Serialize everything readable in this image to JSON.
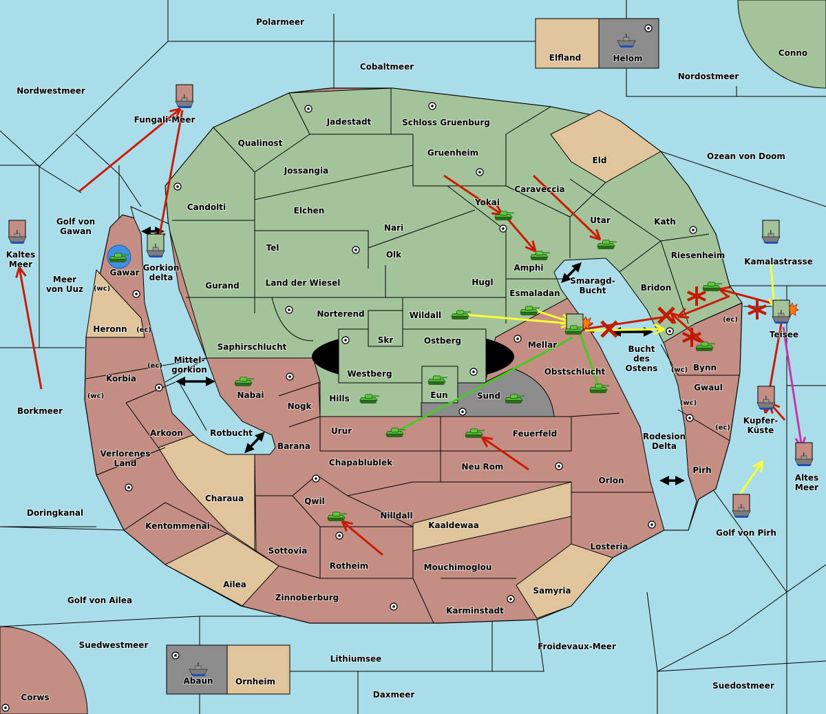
{
  "colors": {
    "sea": "#a9dde9",
    "green_power": "#a3c49a",
    "red_power": "#c48e84",
    "neutral": "#e0c59c",
    "impassable_gray": "#8c8c8c",
    "impassable_black": "#000000",
    "order_move": "#cc1a00",
    "order_support": "#ffff33",
    "order_convoy": "#44cc22",
    "order_retreat": "#cc33aa",
    "dislodge_marker": "#ff7a00",
    "unit_highlight": "#3f8fe0"
  },
  "map": {
    "labels": [
      {
        "text": "Polarmeer"
      },
      {
        "text": "Cobaltmeer"
      },
      {
        "text": "Nordwestmeer"
      },
      {
        "text": "Nordostmeer"
      },
      {
        "text": "Conno"
      },
      {
        "text": "Elfland"
      },
      {
        "text": "Helom"
      },
      {
        "text": "Ozean von Doom"
      },
      {
        "text": "Fungali-Meer"
      },
      {
        "text": [
          "Golf von",
          "Gawan"
        ]
      },
      {
        "text": [
          "Kaltes",
          "Meer"
        ]
      },
      {
        "text": [
          "Meer",
          "von Uuz"
        ]
      },
      {
        "text": "Gawar"
      },
      {
        "text": [
          "Gorkion",
          "delta"
        ]
      },
      {
        "text": "(wc)"
      },
      {
        "text": "Heronn"
      },
      {
        "text": "(ec)"
      },
      {
        "text": [
          "Mittel-",
          "gorkion"
        ]
      },
      {
        "text": "Korbia"
      },
      {
        "text": "(ec)"
      },
      {
        "text": "(wc)"
      },
      {
        "text": "Borkmeer"
      },
      {
        "text": "Arkoon"
      },
      {
        "text": "Rotbucht"
      },
      {
        "text": [
          "Verlorenes",
          "Land"
        ]
      },
      {
        "text": "Doringkanal"
      },
      {
        "text": "Kentommenai"
      },
      {
        "text": "Charaua"
      },
      {
        "text": "Ailea"
      },
      {
        "text": "Golf von Ailea"
      },
      {
        "text": "Suedwestmeer"
      },
      {
        "text": "Corws"
      },
      {
        "text": "Abaun"
      },
      {
        "text": "Ornheim"
      },
      {
        "text": "Lithiumsee"
      },
      {
        "text": "Daxmeer"
      },
      {
        "text": "Froidevaux-Meer"
      },
      {
        "text": "Suedostmeer"
      },
      {
        "text": "Golf von Pirh"
      },
      {
        "text": [
          "Altes",
          "Meer"
        ]
      },
      {
        "text": [
          "Kupfer-",
          "Küste"
        ]
      },
      {
        "text": "Kamalastrasse"
      },
      {
        "text": "Teisee"
      },
      {
        "text": [
          "Bucht",
          "des",
          "Ostens"
        ]
      },
      {
        "text": [
          "Smaragd-",
          "Bucht"
        ]
      },
      {
        "text": [
          "Rodesion",
          "Delta"
        ]
      },
      {
        "text": "Pirh"
      },
      {
        "text": "Gwaul"
      },
      {
        "text": "(wc)"
      },
      {
        "text": "(ec)"
      },
      {
        "text": "Bynn"
      },
      {
        "text": "(wc)"
      },
      {
        "text": "(ec)"
      },
      {
        "text": "Bridon"
      },
      {
        "text": "Riesenheim"
      },
      {
        "text": "Kath"
      },
      {
        "text": "Utar"
      },
      {
        "text": "Caraveccia"
      },
      {
        "text": "Eld"
      },
      {
        "text": "Gruenheim"
      },
      {
        "text": "Schloss Gruenburg"
      },
      {
        "text": "Jadestadt"
      },
      {
        "text": "Qualinost"
      },
      {
        "text": "Jossangia"
      },
      {
        "text": "Candolti"
      },
      {
        "text": "Elchen"
      },
      {
        "text": "Nari"
      },
      {
        "text": "Yokai"
      },
      {
        "text": "Tel"
      },
      {
        "text": "Olk"
      },
      {
        "text": "Amphi"
      },
      {
        "text": "Gurand"
      },
      {
        "text": "Land der Wiesel"
      },
      {
        "text": "Hugl"
      },
      {
        "text": "Esmaladan"
      },
      {
        "text": "Norterend"
      },
      {
        "text": "Wildall"
      },
      {
        "text": "Skr"
      },
      {
        "text": "Ostberg"
      },
      {
        "text": "Mellar"
      },
      {
        "text": "Saphirschlucht"
      },
      {
        "text": "Westberg"
      },
      {
        "text": "Obstschlucht"
      },
      {
        "text": "Nabai"
      },
      {
        "text": "Hills"
      },
      {
        "text": "Eun"
      },
      {
        "text": "Sund"
      },
      {
        "text": "Nogk"
      },
      {
        "text": "Urur"
      },
      {
        "text": "Feuerfeld"
      },
      {
        "text": "Barana"
      },
      {
        "text": "Chapablublek"
      },
      {
        "text": "Neu Rom"
      },
      {
        "text": "Orlon"
      },
      {
        "text": "Qwil"
      },
      {
        "text": "Nilldall"
      },
      {
        "text": "Kaaldewaa"
      },
      {
        "text": "Losteria"
      },
      {
        "text": "Sottovia"
      },
      {
        "text": "Rotheim"
      },
      {
        "text": "Mouchimoglou"
      },
      {
        "text": "Samyria"
      },
      {
        "text": "Zinnoberburg"
      },
      {
        "text": "Karminstadt"
      }
    ],
    "units": [
      {
        "type": "army",
        "region": "Gawar",
        "owner": "green",
        "highlighted": true
      },
      {
        "type": "army",
        "region": "Nabai",
        "owner": "green"
      },
      {
        "type": "army",
        "region": "Hills",
        "owner": "green"
      },
      {
        "type": "army",
        "region": "Eun",
        "owner": "green"
      },
      {
        "type": "army",
        "region": "Sund",
        "owner": "green"
      },
      {
        "type": "army",
        "region": "Urur",
        "owner": "green"
      },
      {
        "type": "army",
        "region": "Feuerfeld",
        "owner": "green"
      },
      {
        "type": "army",
        "region": "Qwil",
        "owner": "green"
      },
      {
        "type": "army",
        "region": "Wildall",
        "owner": "green"
      },
      {
        "type": "army",
        "region": "Esmaladan",
        "owner": "green"
      },
      {
        "type": "army",
        "region": "Mellar",
        "owner": "green",
        "dislodged": true
      },
      {
        "type": "army",
        "region": "Obstschlucht",
        "owner": "green"
      },
      {
        "type": "army",
        "region": "Yokai",
        "owner": "green"
      },
      {
        "type": "army",
        "region": "Amphi",
        "owner": "green"
      },
      {
        "type": "army",
        "region": "Utar",
        "owner": "green"
      },
      {
        "type": "army",
        "region": "Bridon",
        "owner": "green"
      },
      {
        "type": "army",
        "region": "Bynn",
        "owner": "green"
      },
      {
        "type": "fleet",
        "region": "Fungali-Meer",
        "owner": "red"
      },
      {
        "type": "fleet",
        "region": "Kaltes Meer",
        "owner": "red"
      },
      {
        "type": "fleet",
        "region": "Gorkion delta",
        "owner": "green"
      },
      {
        "type": "fleet",
        "region": "Kamalastrasse",
        "owner": "green"
      },
      {
        "type": "fleet",
        "region": "Teisee",
        "owner": "green",
        "dislodged": true
      },
      {
        "type": "fleet",
        "region": "Kupfer-Küste",
        "owner": "red"
      },
      {
        "type": "fleet",
        "region": "Altes Meer",
        "owner": "red"
      },
      {
        "type": "fleet",
        "region": "Golf von Pirh",
        "owner": "red"
      },
      {
        "type": "fleet",
        "region": "Helom",
        "owner": "neutral"
      },
      {
        "type": "fleet",
        "region": "Abaun",
        "owner": "neutral"
      }
    ]
  }
}
